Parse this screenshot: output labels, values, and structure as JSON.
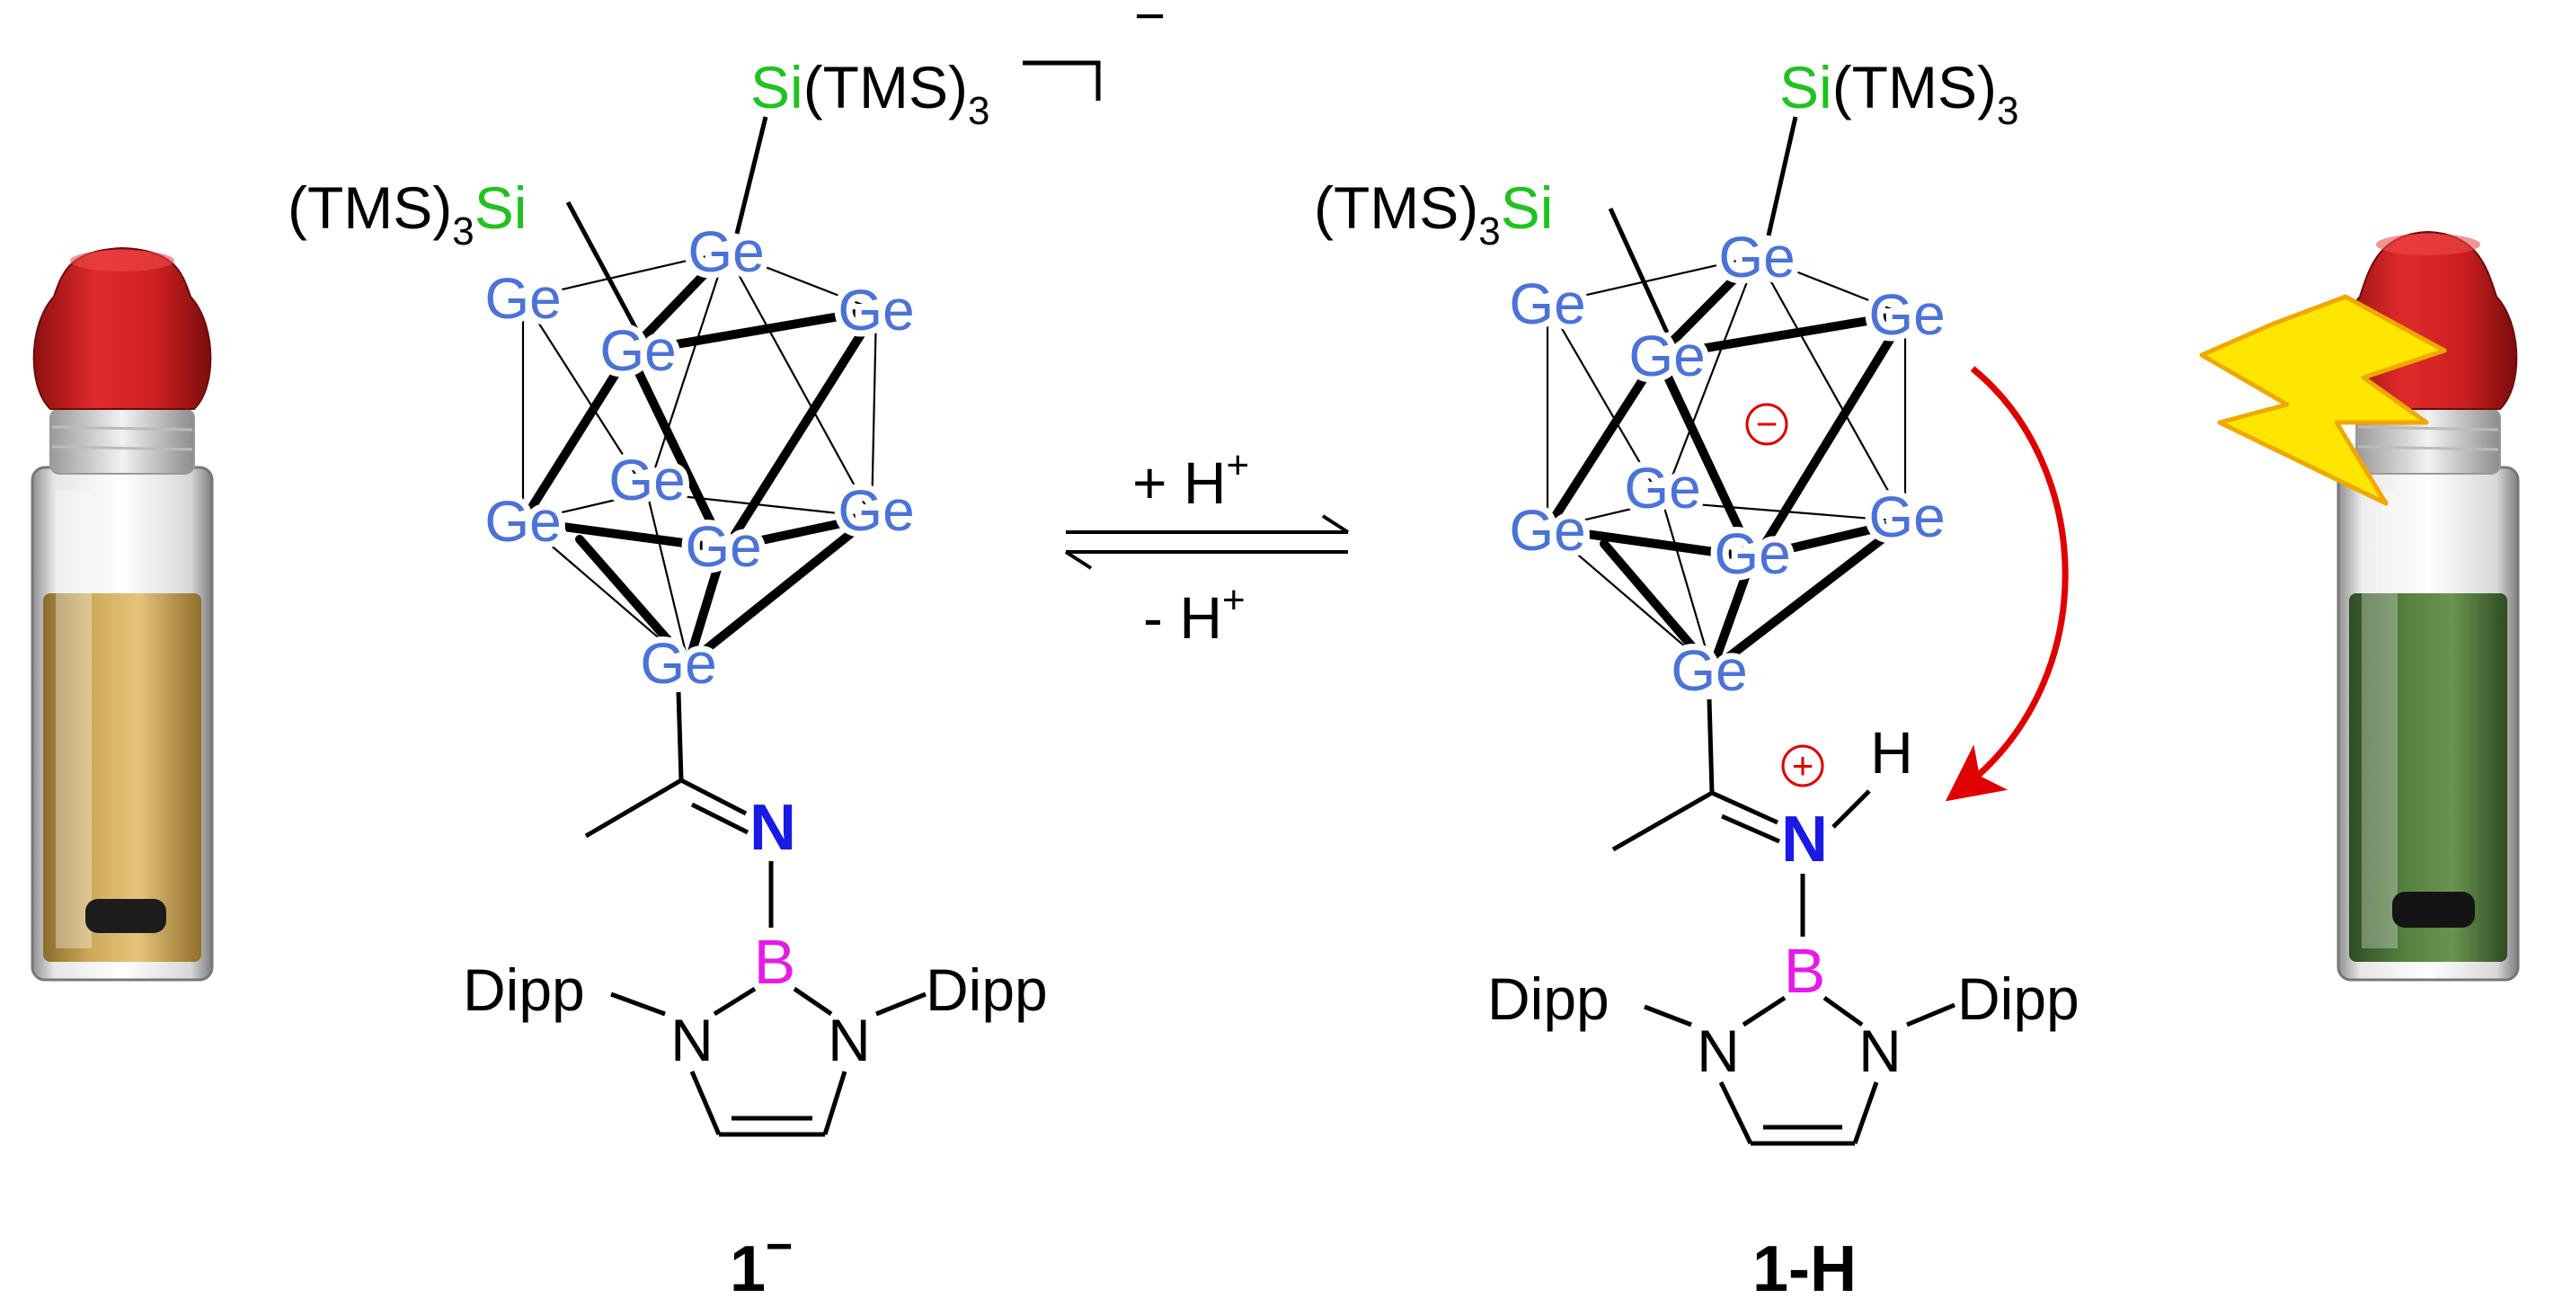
{
  "reaction": {
    "forward_label": "+ H",
    "reverse_label": "- H",
    "superscript_plus": "+"
  },
  "left_compound": {
    "caption": "1",
    "caption_superscript": "−",
    "charge": "−",
    "cluster_atom": "Ge",
    "silyl_top": {
      "si": "Si",
      "rest": "(TMS)",
      "sub": "3"
    },
    "silyl_left": {
      "pre": "(TMS)",
      "sub": "3",
      "si": "Si"
    },
    "imine_n": "N",
    "boron": "B",
    "ring_n": "N",
    "substituent": "Dipp"
  },
  "right_compound": {
    "caption": "1-H",
    "cluster_atom": "Ge",
    "cluster_charge": "−",
    "n_charge": "+",
    "n_hydrogen": "H",
    "silyl_top": {
      "si": "Si",
      "rest": "(TMS)",
      "sub": "3"
    },
    "silyl_left": {
      "pre": "(TMS)",
      "sub": "3",
      "si": "Si"
    },
    "imine_n": "N",
    "boron": "B",
    "ring_n": "N",
    "substituent": "Dipp"
  },
  "colors": {
    "germanium": "#4a72d8",
    "silicon": "#1fc21f",
    "nitrogen": "#1a1ae6",
    "boron": "#e61ae6",
    "charge_and_transfer_arrow": "#e00000",
    "lightning": "#ffe600",
    "vial_cap": "#d42020",
    "solution_left": "#c9a55a",
    "solution_right": "#4f7a3e"
  },
  "icons": [
    "lightning-bolt-icon",
    "vial-icon"
  ]
}
